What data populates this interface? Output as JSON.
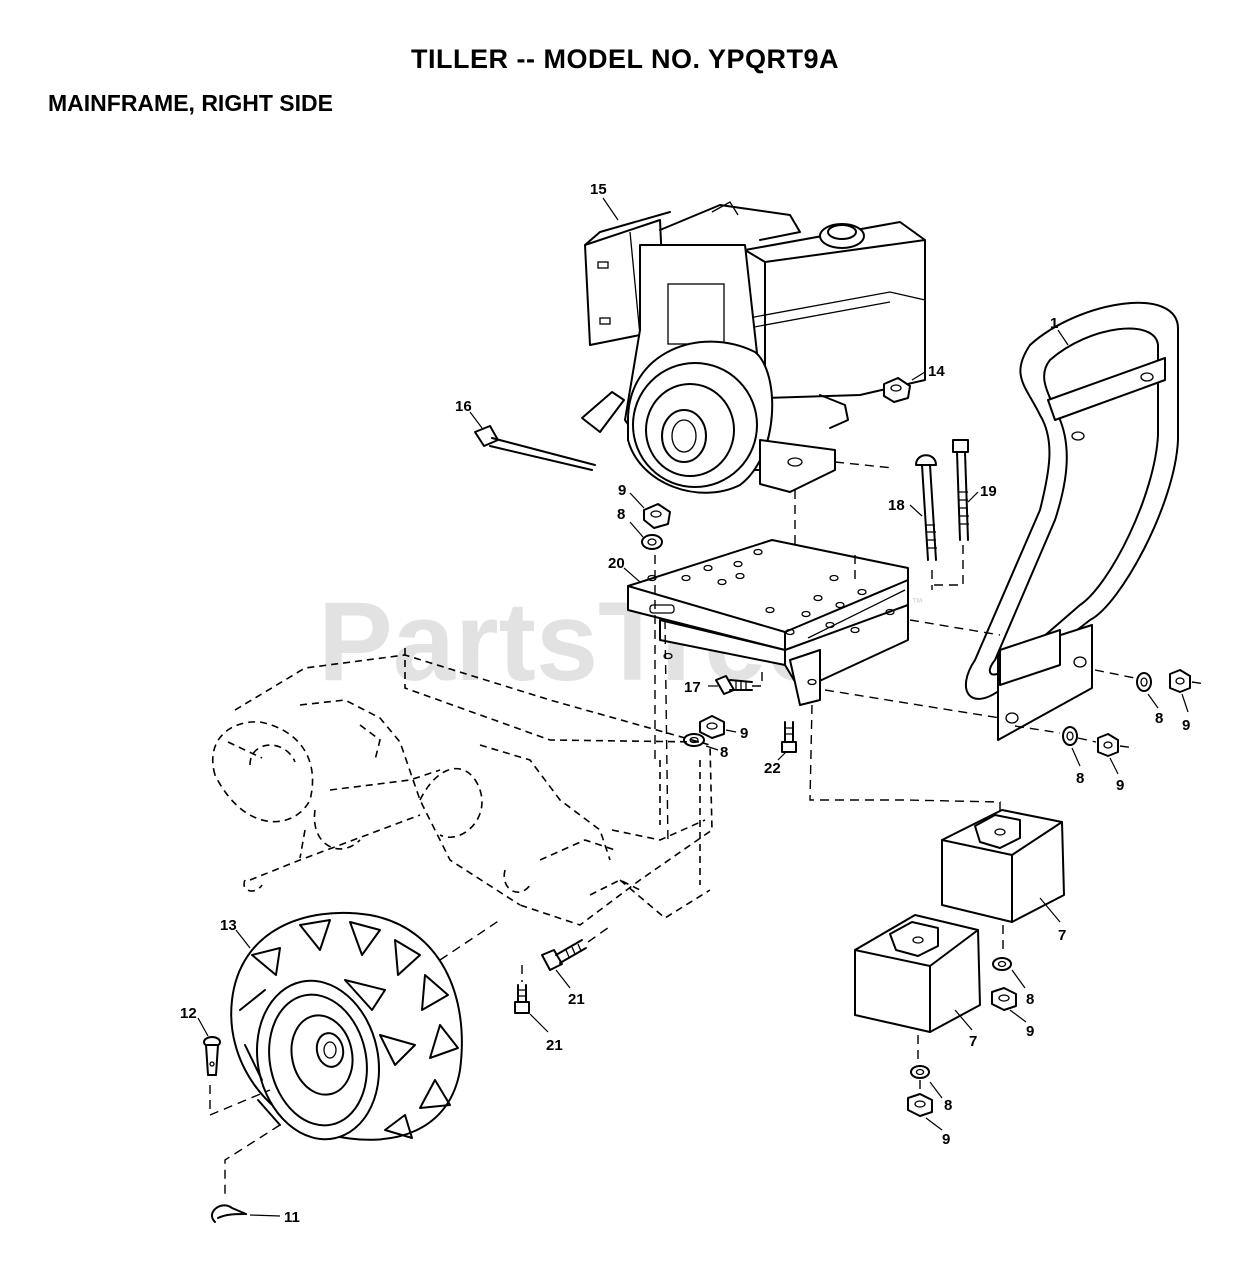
{
  "header": {
    "title": "TILLER -- MODEL NO. YPQRT9A",
    "subtitle": "MAINFRAME, RIGHT SIDE"
  },
  "watermark": {
    "text": "PartsTree",
    "trademark": "™"
  },
  "callouts": {
    "c1": "1",
    "c7a": "7",
    "c7b": "7",
    "c8a": "8",
    "c8b": "8",
    "c8c": "8",
    "c8d": "8",
    "c8e": "8",
    "c8f": "8",
    "c9a": "9",
    "c9b": "9",
    "c9c": "9",
    "c9d": "9",
    "c9e": "9",
    "c9f": "9",
    "c11": "11",
    "c12": "12",
    "c13": "13",
    "c14": "14",
    "c15": "15",
    "c16": "16",
    "c17": "17",
    "c18": "18",
    "c19": "19",
    "c20": "20",
    "c21a": "21",
    "c21b": "21",
    "c22": "22"
  }
}
